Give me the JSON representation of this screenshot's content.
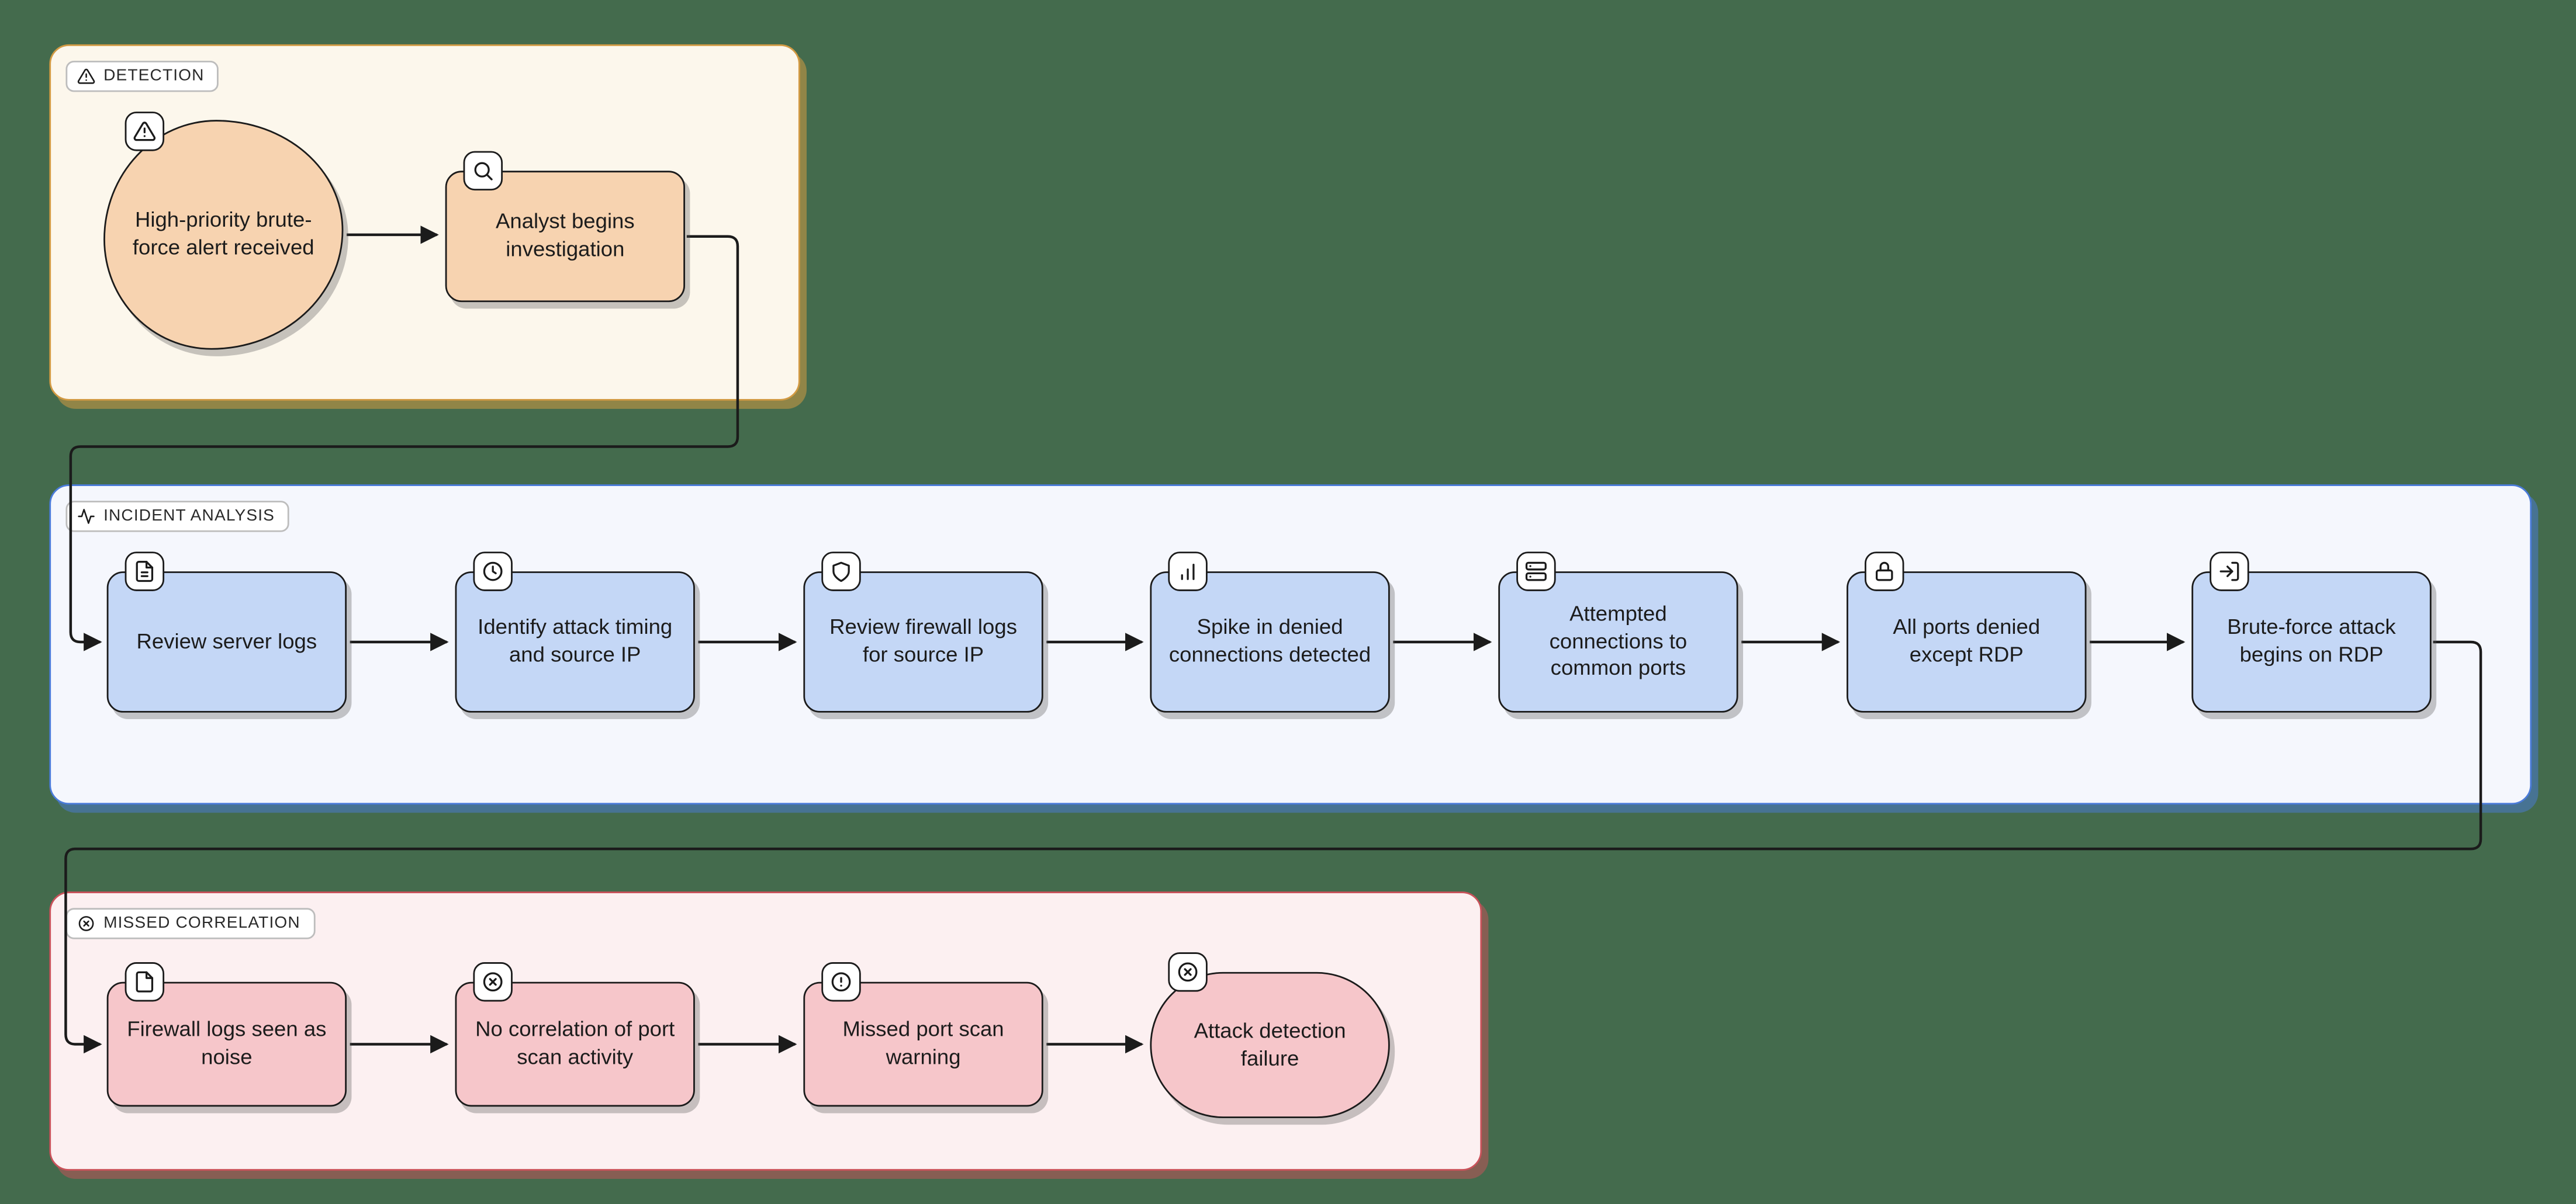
{
  "canvas": {
    "background_color": "#446b4d"
  },
  "groups": [
    {
      "id": "detection",
      "label": "DETECTION",
      "icon": "alert-triangle-icon",
      "colors": {
        "fill": "#fcf7ec",
        "border": "#d29a43",
        "node_fill": "#f7d3b0"
      },
      "nodes": [
        {
          "id": "d1",
          "label": "High-priority brute-force alert received",
          "icon": "alert-triangle-icon",
          "shape": "blob"
        },
        {
          "id": "d2",
          "label": "Analyst begins investigation",
          "icon": "search-icon",
          "shape": "rect"
        }
      ]
    },
    {
      "id": "incident-analysis",
      "label": "INCIDENT ANALYSIS",
      "icon": "activity-icon",
      "colors": {
        "fill": "#f5f7fd",
        "border": "#4a7bd9",
        "node_fill": "#c4d7f6"
      },
      "nodes": [
        {
          "id": "a1",
          "label": "Review server logs",
          "icon": "file-text-icon",
          "shape": "rect"
        },
        {
          "id": "a2",
          "label": "Identify attack timing and source IP",
          "icon": "clock-icon",
          "shape": "rect"
        },
        {
          "id": "a3",
          "label": "Review firewall logs for source IP",
          "icon": "shield-icon",
          "shape": "rect"
        },
        {
          "id": "a4",
          "label": "Spike in denied connections detected",
          "icon": "bar-chart-icon",
          "shape": "rect"
        },
        {
          "id": "a5",
          "label": "Attempted connections to common ports",
          "icon": "server-icon",
          "shape": "rect"
        },
        {
          "id": "a6",
          "label": "All ports denied except RDP",
          "icon": "lock-icon",
          "shape": "rect"
        },
        {
          "id": "a7",
          "label": "Brute-force attack begins on RDP",
          "icon": "log-in-icon",
          "shape": "rect"
        }
      ]
    },
    {
      "id": "missed-correlation",
      "label": "MISSED CORRELATION",
      "icon": "x-circle-icon",
      "colors": {
        "fill": "#fcf0f1",
        "border": "#c9525a",
        "node_fill": "#f6c6ca"
      },
      "nodes": [
        {
          "id": "m1",
          "label": "Firewall logs seen as noise",
          "icon": "file-icon",
          "shape": "rect"
        },
        {
          "id": "m2",
          "label": "No correlation of port scan activity",
          "icon": "x-circle-icon",
          "shape": "rect"
        },
        {
          "id": "m3",
          "label": "Missed port scan warning",
          "icon": "alert-circle-icon",
          "shape": "rect"
        },
        {
          "id": "m4",
          "label": "Attack detection failure",
          "icon": "x-circle-icon",
          "shape": "stadium"
        }
      ]
    }
  ],
  "connections": [
    {
      "from": "d1",
      "to": "d2"
    },
    {
      "from": "d2",
      "to": "a1"
    },
    {
      "from": "a1",
      "to": "a2"
    },
    {
      "from": "a2",
      "to": "a3"
    },
    {
      "from": "a3",
      "to": "a4"
    },
    {
      "from": "a4",
      "to": "a5"
    },
    {
      "from": "a5",
      "to": "a6"
    },
    {
      "from": "a6",
      "to": "a7"
    },
    {
      "from": "a7",
      "to": "m1"
    },
    {
      "from": "m1",
      "to": "m2"
    },
    {
      "from": "m2",
      "to": "m3"
    },
    {
      "from": "m3",
      "to": "m4"
    }
  ]
}
